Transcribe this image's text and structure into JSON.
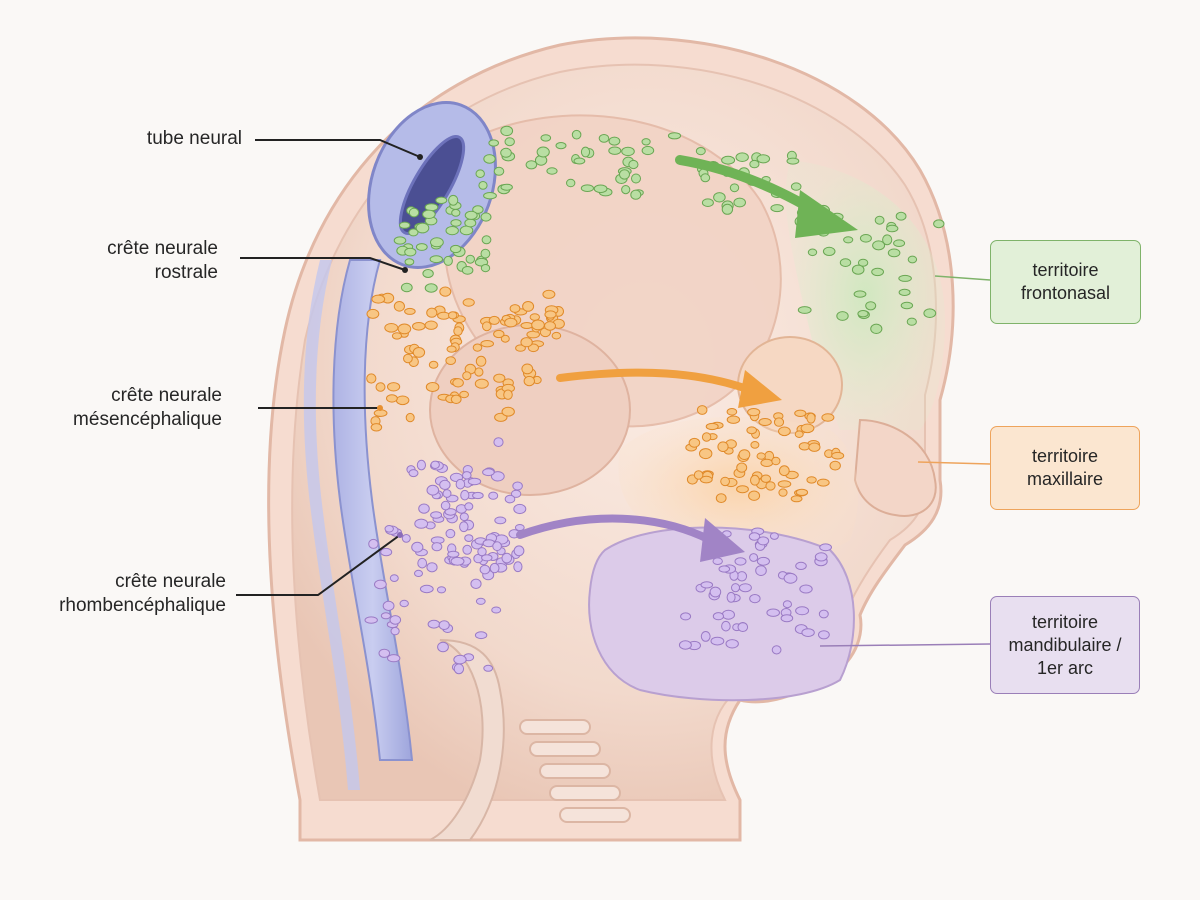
{
  "labels": {
    "tube_neural": "tube neural",
    "crete_rostrale": [
      "crête neurale",
      "rostrale"
    ],
    "crete_mesencephalique": [
      "crête neurale",
      "mésencéphalique"
    ],
    "crete_rhombencephalique": [
      "crête neurale",
      "rhombencéphalique"
    ]
  },
  "territories": {
    "frontonasal": [
      "territoire",
      "frontonasal"
    ],
    "maxillaire": [
      "territoire",
      "maxillaire"
    ],
    "mandibulaire": [
      "territoire",
      "mandibulaire /",
      "1er arc"
    ]
  },
  "colors": {
    "green": "#7fbf66",
    "orange": "#f0a040",
    "purple": "#a88ccc",
    "neural_tube": "#9fa6dc",
    "skin": "#f3ddd2"
  }
}
